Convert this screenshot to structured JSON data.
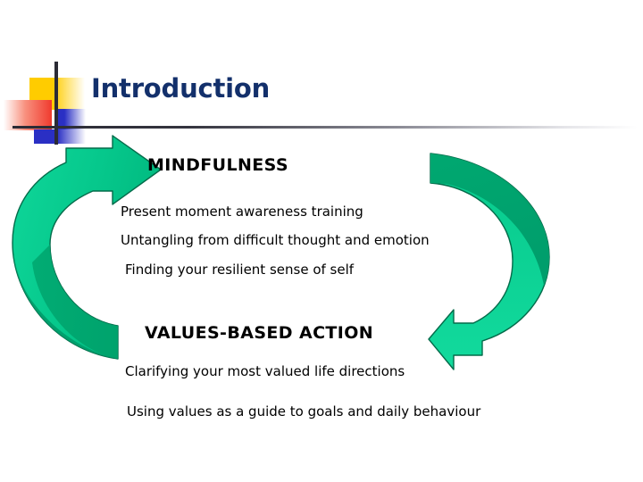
{
  "slide": {
    "title": "Introduction",
    "title_color": "#13306B",
    "background_color": "#ffffff"
  },
  "decoration": {
    "motif_name": "powerpoint-corner-motif",
    "yellow_color": "#FFCC00",
    "red_color": "#F03A2E",
    "blue_color": "#2A2FC4",
    "rule_color": "#2B2B35"
  },
  "diagram": {
    "name": "circular-cycle-arrows",
    "arrow_fill_light": "#0FD79A",
    "arrow_fill_dark": "#00A06A",
    "arrow_outline": "#046B4A",
    "arrows": [
      {
        "label": "left-upward-arrow",
        "direction": "up-right"
      },
      {
        "label": "right-downward-arrow",
        "direction": "down-left"
      }
    ]
  },
  "content": {
    "sections": [
      {
        "heading": "MINDFULNESS",
        "lines": [
          "Present moment awareness training",
          "Untangling from difficult thought and emotion",
          "Finding your resilient sense of self"
        ]
      },
      {
        "heading": "VALUES-BASED ACTION",
        "lines": [
          "Clarifying your most valued life directions",
          "Using values as a guide to goals and daily behaviour"
        ]
      }
    ]
  }
}
